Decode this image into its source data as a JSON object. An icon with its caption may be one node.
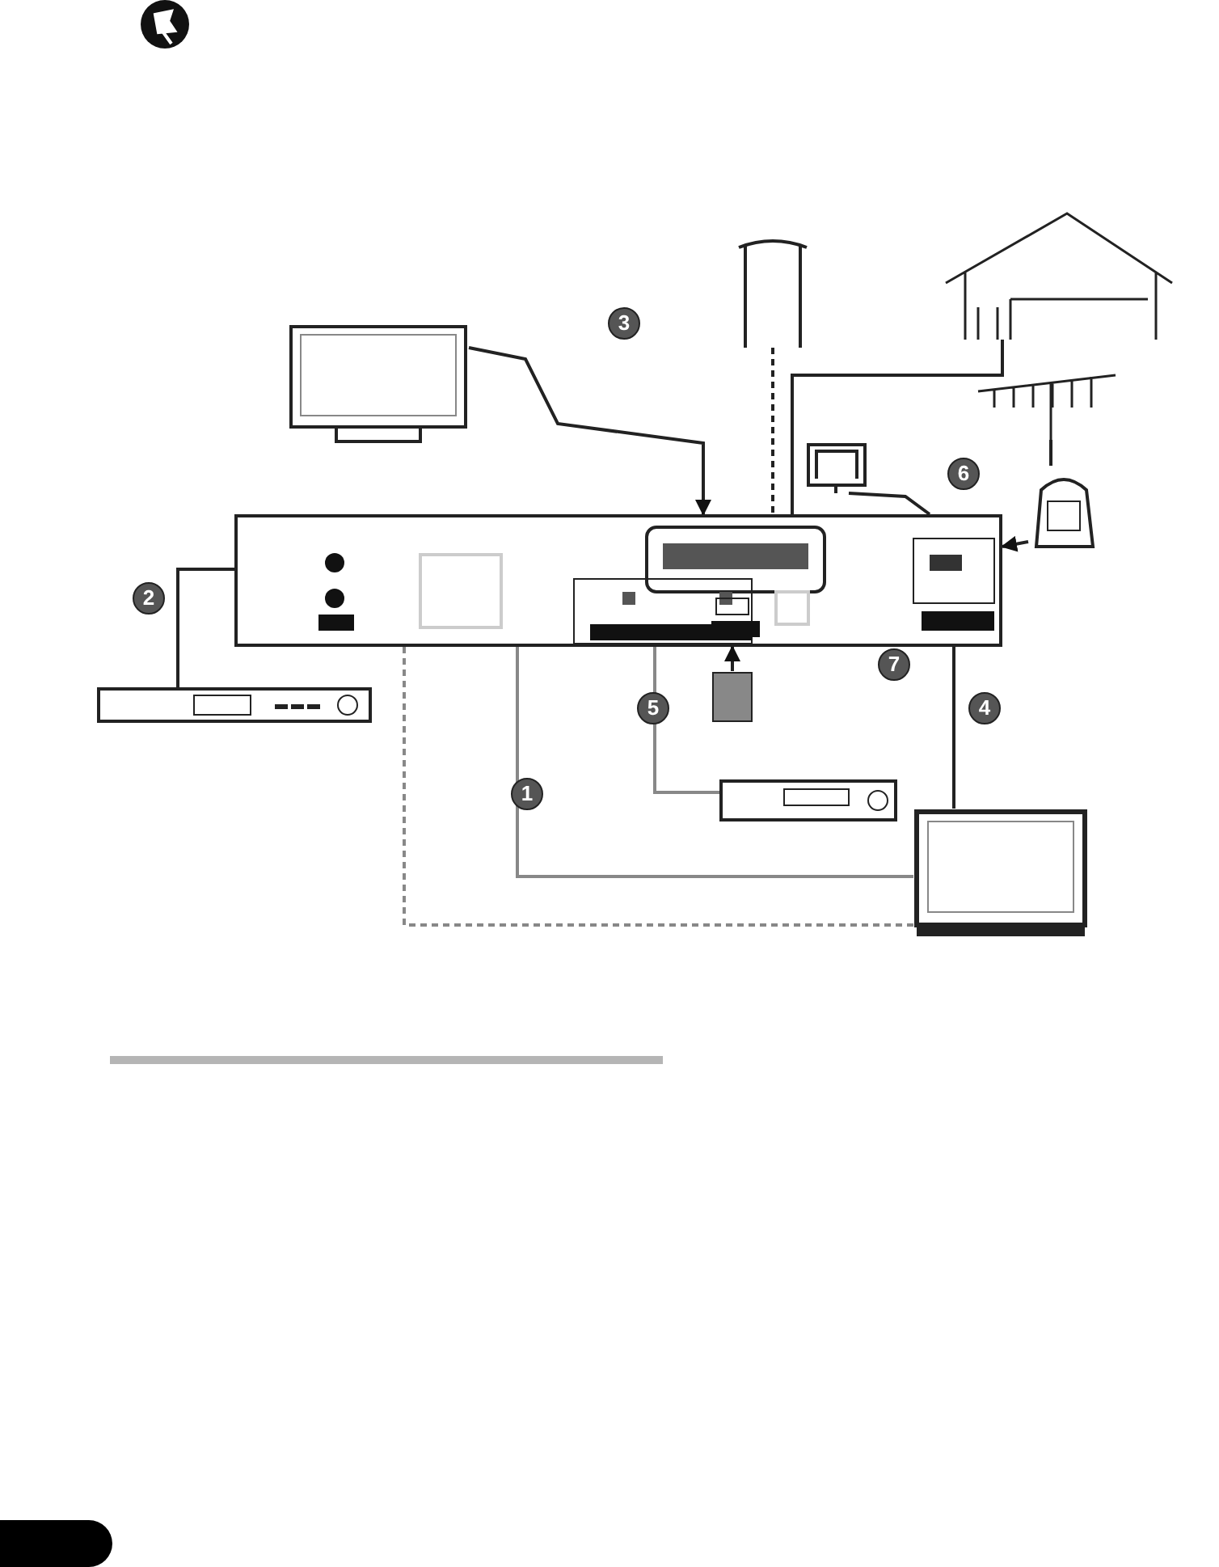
{
  "diagram": {
    "nodes": [
      {
        "text": [],
        "shape": "picture"
      },
      {
        "text": [],
        "shape": "picture"
      },
      {
        "text": [],
        "shape": "picture"
      },
      {
        "text": [],
        "shape": "picture"
      },
      {
        "text": [],
        "shape": "picture"
      },
      {
        "text": [],
        "shape": "picture"
      },
      {
        "text": [],
        "shape": "picture"
      },
      {
        "text": [],
        "shape": "picture"
      },
      {
        "text": [],
        "shape": "box"
      },
      {
        "text": [],
        "shape": "picture"
      },
      {
        "text": [],
        "shape": "picture"
      }
    ],
    "edges": [
      {
        "from": 0,
        "to": 5,
        "arrow": "to"
      },
      {
        "from": 1,
        "to": 5,
        "arrow": "none",
        "style": "dashed"
      },
      {
        "from": 2,
        "to": 5,
        "arrow": "none"
      },
      {
        "from": 3,
        "to": 5,
        "arrow": "none"
      },
      {
        "from": 4,
        "to": 6,
        "arrow": "none"
      },
      {
        "from": 6,
        "to": 5,
        "arrow": "to"
      },
      {
        "from": 7,
        "to": 5,
        "arrow": "none"
      },
      {
        "from": 5,
        "to": 10,
        "arrow": "none",
        "style": "dashed",
        "color": "#888888"
      },
      {
        "from": 5,
        "to": 10,
        "arrow": "none",
        "color": "#888888"
      },
      {
        "from": 5,
        "to": 9,
        "arrow": "none",
        "color": "#888888"
      },
      {
        "from": 8,
        "to": 5,
        "arrow": "to"
      },
      {
        "from": 5,
        "to": 10,
        "arrow": "none"
      }
    ],
    "labels": [
      "3",
      "6",
      "2",
      "7",
      "5",
      "4",
      "1"
    ]
  }
}
